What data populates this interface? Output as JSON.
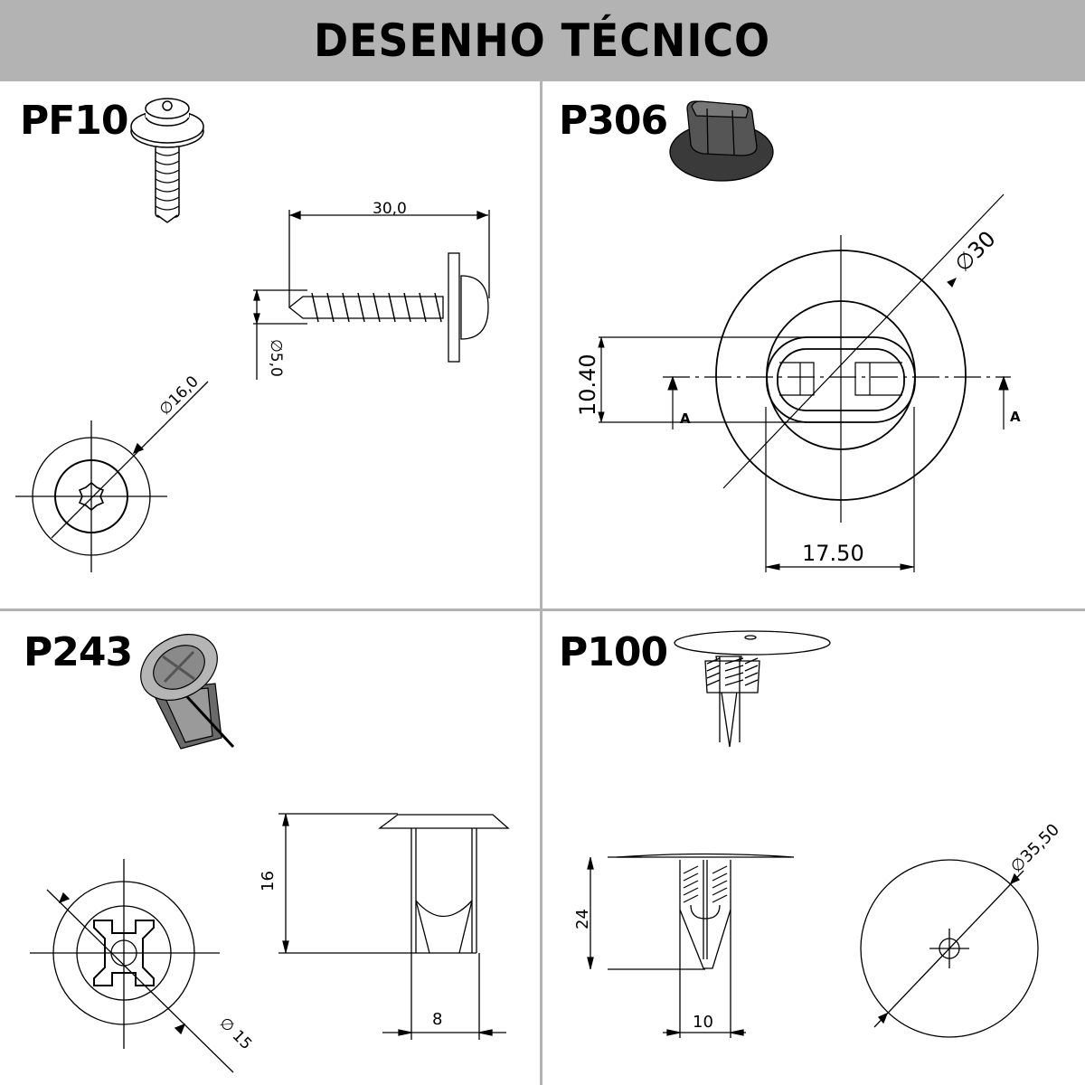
{
  "header": {
    "title": "DESENHO TÉCNICO"
  },
  "panels": [
    {
      "code": "PF10",
      "description": "screw with washer head",
      "dimensions": {
        "length": "30,0",
        "shank_diameter": "Ø 5,0",
        "head_diameter": "Ø 16,0"
      },
      "labels": {
        "length": "30,0",
        "shank": "∅5,0",
        "head": "∅16,0"
      }
    },
    {
      "code": "P306",
      "description": "oval grommet with flange",
      "dimensions": {
        "outer_diameter": "Ø 30",
        "height": "10.40",
        "width": "17.50",
        "section": "A"
      },
      "labels": {
        "outer": "∅30",
        "height": "10.40",
        "width": "17.50",
        "section_left": "A",
        "section_right": "A"
      }
    },
    {
      "code": "P243",
      "description": "push-in rivet clip with cross slot",
      "dimensions": {
        "diameter": "Ø 15",
        "height": "16",
        "width": "8"
      },
      "labels": {
        "diameter": "∅ 15",
        "height": "16",
        "width": "8"
      }
    },
    {
      "code": "P100",
      "description": "fir-tree push clip with round head",
      "dimensions": {
        "height": "24",
        "width": "10",
        "head_diameter": "Ø 35,50"
      },
      "labels": {
        "height": "24",
        "width": "10",
        "head": "∅35,50"
      }
    }
  ],
  "colors": {
    "header_bg": "#b3b3b3",
    "divider": "#b3b3b3",
    "line": "#000000",
    "part_dark": "#3a3a3a",
    "part_mid": "#8a8a8a"
  }
}
